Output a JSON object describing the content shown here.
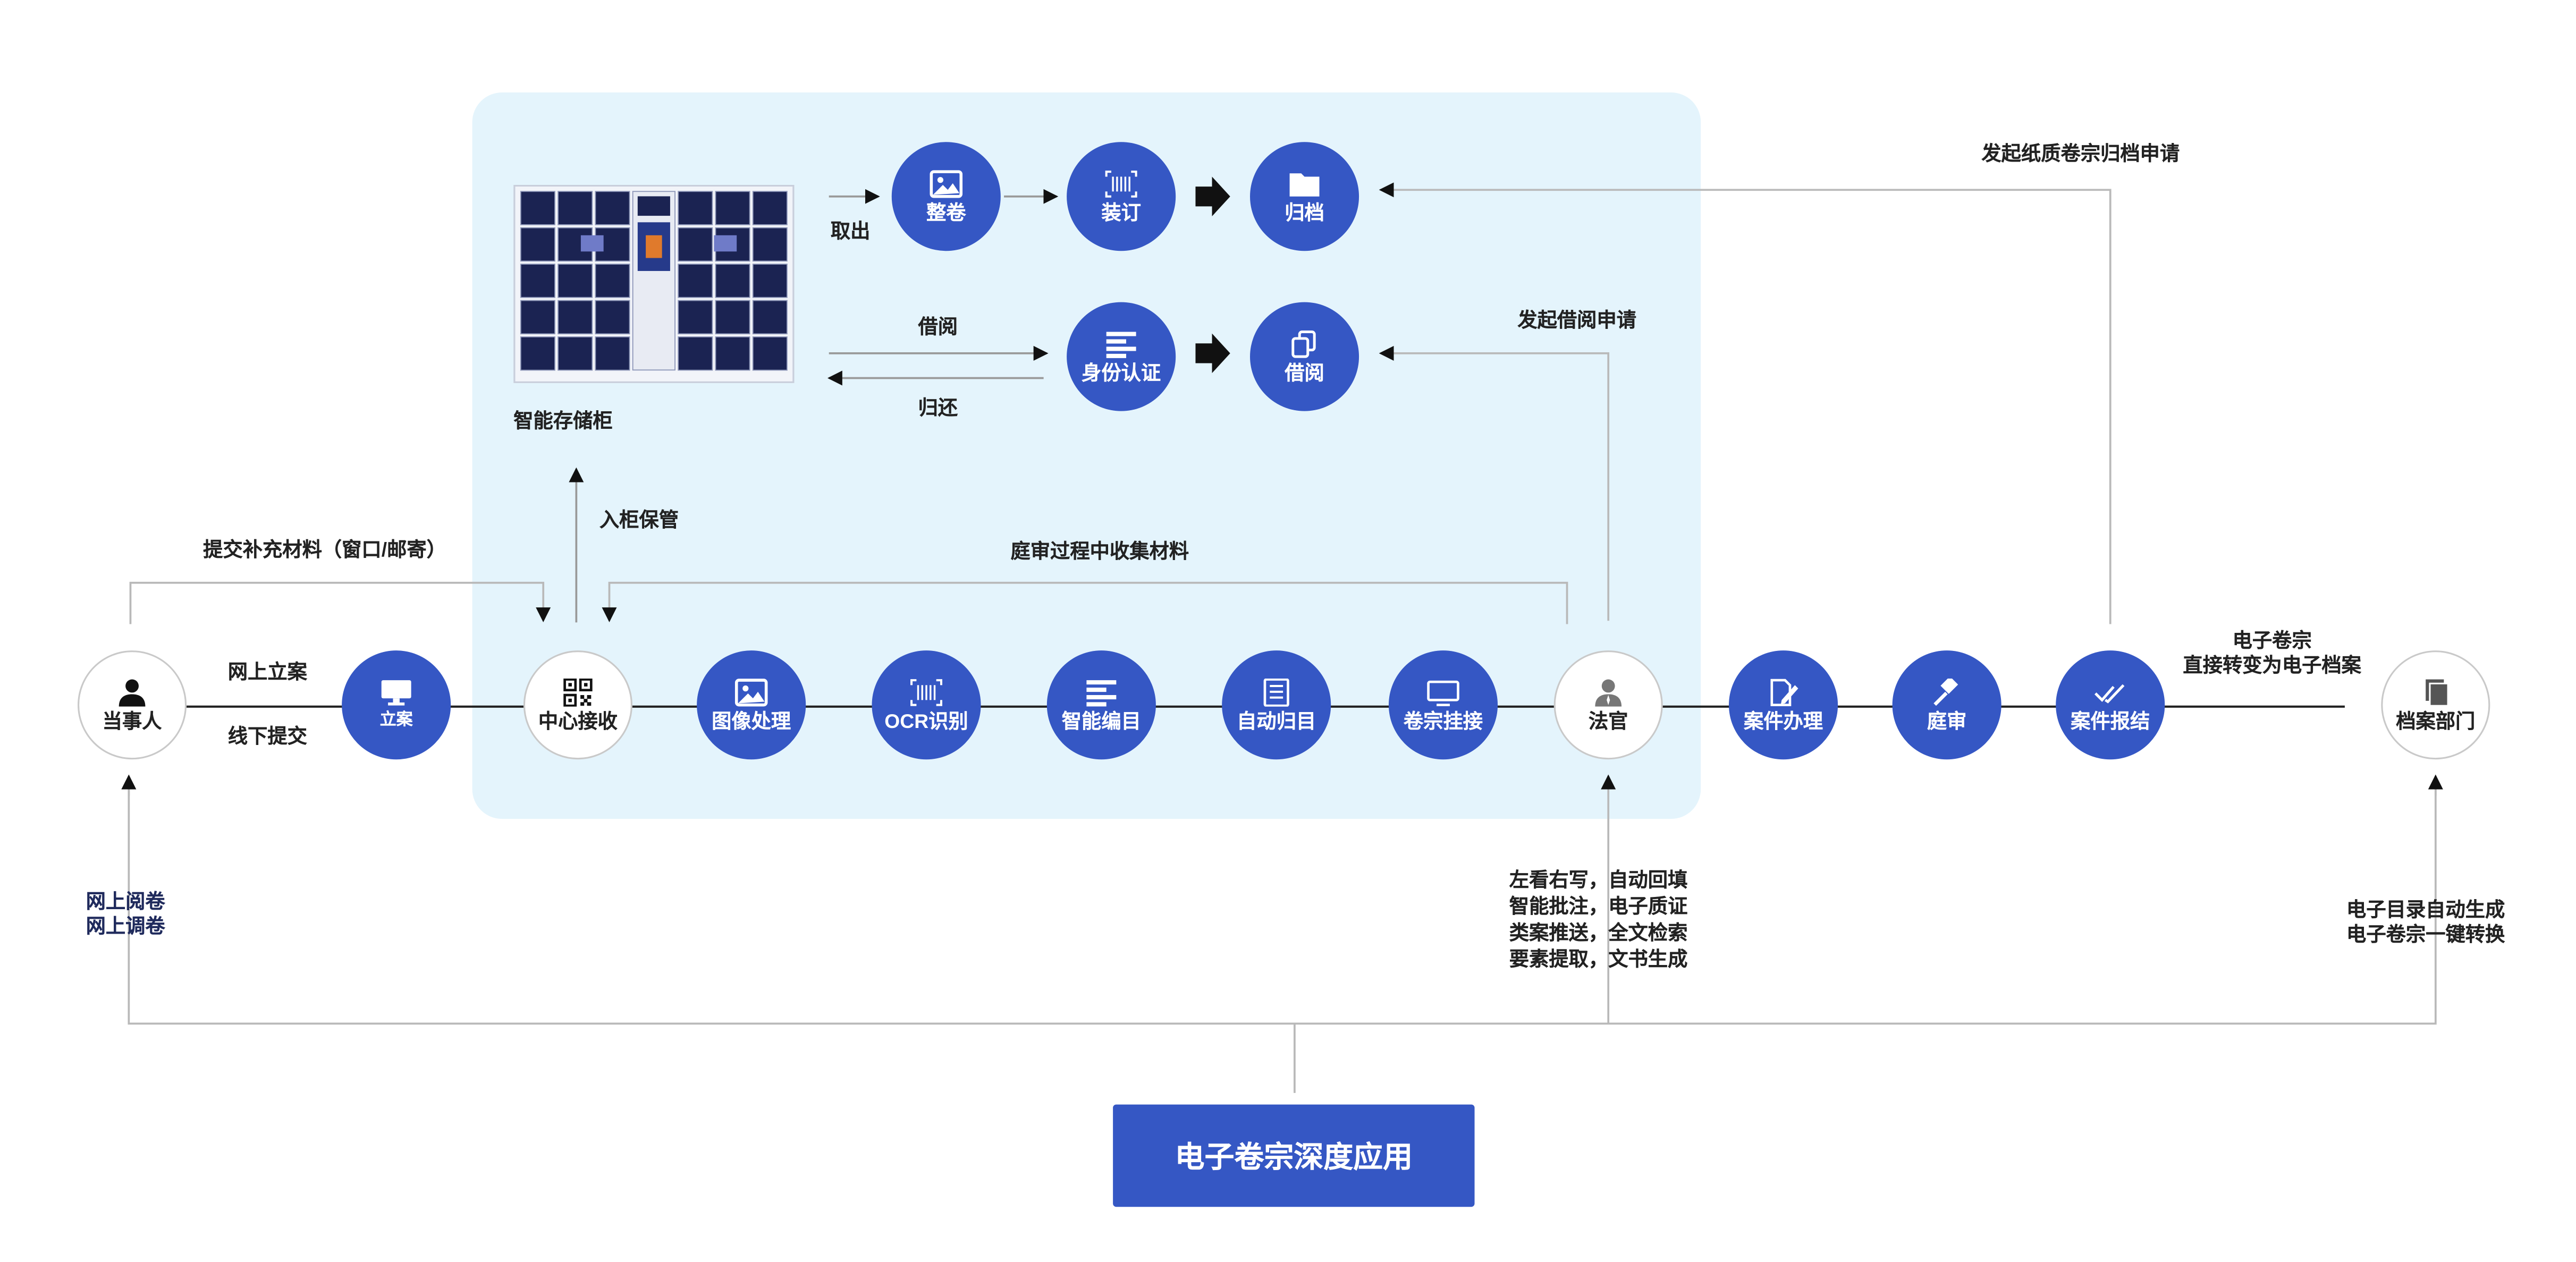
{
  "cabinet": {
    "label": "智能存储柜"
  },
  "top_flow": {
    "take_out": "取出",
    "nodes": [
      {
        "label": "整卷",
        "icon": "image-icon"
      },
      {
        "label": "装订",
        "icon": "barcode-icon"
      },
      {
        "label": "归档",
        "icon": "folder-icon"
      }
    ]
  },
  "borrow_flow": {
    "borrow": "借阅",
    "return": "归还",
    "nodes": [
      {
        "label": "身份认证",
        "icon": "lines-icon"
      },
      {
        "label": "借阅",
        "icon": "copy-icon"
      }
    ]
  },
  "store_label": "入柜保管",
  "supplement_label": "提交补充材料（窗口/邮寄）",
  "hearing_collect_label": "庭审过程中收集材料",
  "borrow_request_label": "发起借阅申请",
  "paper_archive_label": "发起纸质卷宗归档申请",
  "main_flow": {
    "nodes": [
      {
        "label": "当事人",
        "icon": "person-icon"
      },
      {
        "label": "立案",
        "icon": "monitor-icon"
      },
      {
        "label": "中心接收",
        "icon": "qrcode-icon"
      },
      {
        "label": "图像处理",
        "icon": "image-icon"
      },
      {
        "label": "OCR识别",
        "icon": "barcode-icon"
      },
      {
        "label": "智能编目",
        "icon": "lines-icon"
      },
      {
        "label": "自动归目",
        "icon": "document-icon"
      },
      {
        "label": "卷宗挂接",
        "icon": "screen-icon"
      },
      {
        "label": "法官",
        "icon": "judge-icon"
      },
      {
        "label": "案件办理",
        "icon": "edit-icon"
      },
      {
        "label": "庭审",
        "icon": "gavel-icon"
      },
      {
        "label": "案件报结",
        "icon": "check-icon"
      },
      {
        "label": "档案部门",
        "icon": "files-icon"
      }
    ]
  },
  "online_filing": "网上立案",
  "offline_submit": "线下提交",
  "e_case_label": [
    "电子卷宗",
    "直接转变为电子档案"
  ],
  "online_read": [
    "网上阅卷",
    "网上调卷"
  ],
  "judge_features": [
    "左看右写，自动回填",
    "智能批注，电子质证",
    "类案推送，全文检索",
    "要素提取，文书生成"
  ],
  "archive_features": [
    "电子目录自动生成",
    "电子卷宗一键转换"
  ],
  "bottom_button": "电子卷宗深度应用",
  "colors": {
    "primary": "#3557c4",
    "panel": "#e4f4fc",
    "line": "#b9b9b9"
  }
}
